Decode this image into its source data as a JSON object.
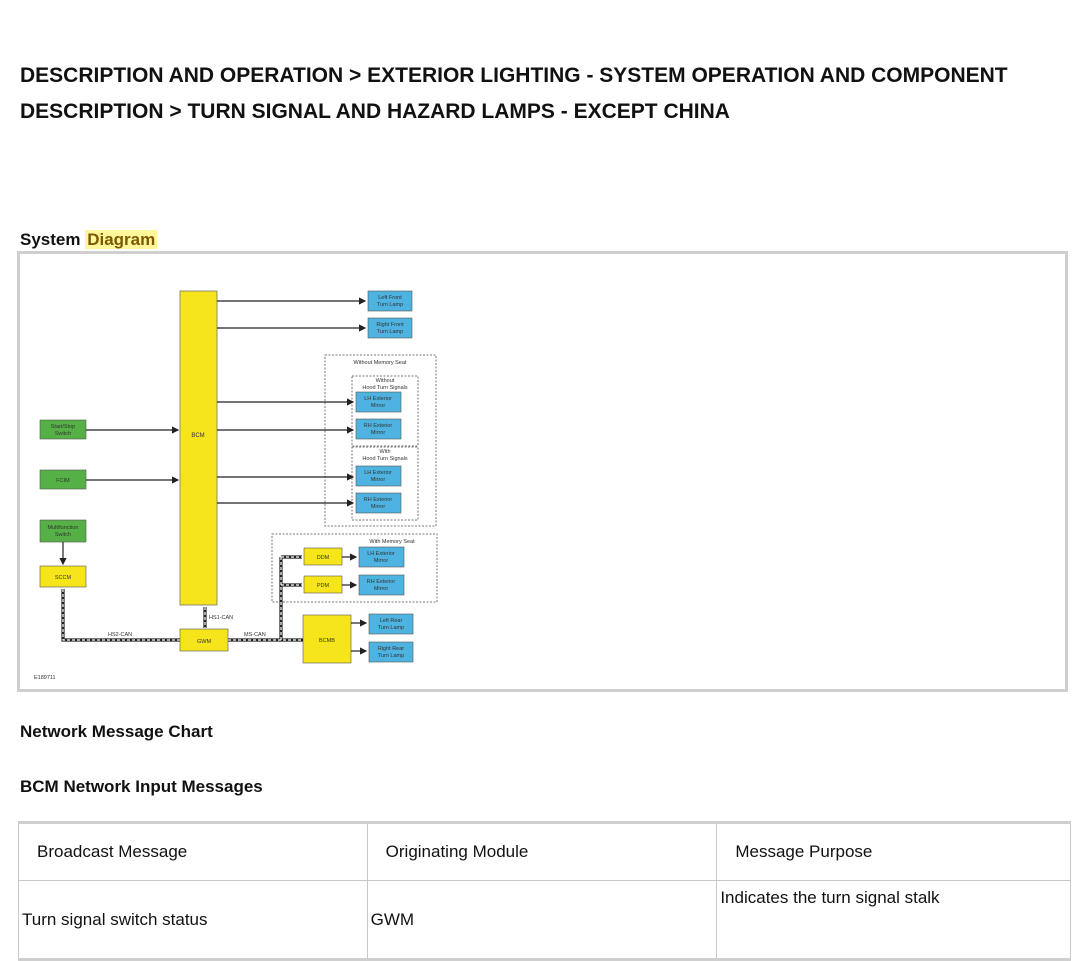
{
  "page": {
    "title": "DESCRIPTION AND OPERATION > EXTERIOR LIGHTING - SYSTEM OPERATION AND COMPONENT DESCRIPTION > TURN SIGNAL AND HAZARD LAMPS - EXCEPT CHINA",
    "system_label": "System",
    "diagram_label": "Diagram",
    "network_chart_heading": "Network Message Chart",
    "bcm_inputs_heading": "BCM Network Input Messages"
  },
  "diagram": {
    "figure_id": "E189711",
    "modules": {
      "bcm": "BCM",
      "gwm": "GWM",
      "sccm": "SCCM",
      "ddm": "DDM",
      "pdm": "PDM",
      "bcmb": "BCMB"
    },
    "inputs": {
      "start_stop": [
        "Start/Stop",
        "Switch"
      ],
      "fcim": [
        "FCIM"
      ],
      "multifunction": [
        "Multifunction",
        "Switch"
      ]
    },
    "outputs": {
      "left_front": [
        "Left Front",
        "Turn Lamp"
      ],
      "right_front": [
        "Right Front",
        "Turn Lamp"
      ],
      "lh_mirror_1": [
        "LH Exterior",
        "Mirror"
      ],
      "rh_mirror_1": [
        "RH Exterior",
        "Mirror"
      ],
      "lh_mirror_2": [
        "LH Exterior",
        "Mirror"
      ],
      "rh_mirror_2": [
        "RH Exterior",
        "Mirror"
      ],
      "lh_mirror_3": [
        "LH Exterior",
        "Mirror"
      ],
      "rh_mirror_3": [
        "RH Exterior",
        "Mirror"
      ],
      "left_rear": [
        "Left Rear",
        "Turn Lamp"
      ],
      "right_rear": [
        "Right Rear",
        "Turn Lamp"
      ]
    },
    "groups": {
      "without_memory": "Without Memory Seat",
      "without_hood": [
        "Without",
        "Hood Turn Signals"
      ],
      "with_hood": [
        "With",
        "Hood Turn Signals"
      ],
      "with_memory": "With Memory Seat"
    },
    "buses": {
      "hs1": "HS1-CAN",
      "hs2": "HS2-CAN",
      "ms": "MS-CAN"
    },
    "colors": {
      "module_yellow": "#f5e51a",
      "input_green": "#55b045",
      "output_blue": "#4eb3e0"
    }
  },
  "table": {
    "headers": [
      "Broadcast Message",
      "Originating Module",
      "Message Purpose"
    ],
    "rows": [
      [
        "Turn signal switch status",
        "GWM",
        "Indicates the turn signal stalk"
      ]
    ]
  }
}
